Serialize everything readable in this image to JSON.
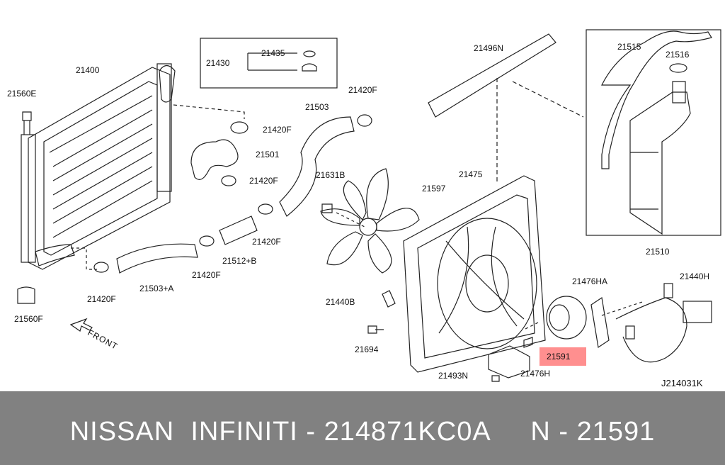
{
  "diagram": {
    "code": "J214031K",
    "front_label": "FRONT",
    "highlight_part": "21591",
    "labels": {
      "p21400": "21400",
      "p21560E": "21560E",
      "p21560F": "21560F",
      "p21430": "21430",
      "p21435": "21435",
      "p21420F_a": "21420F",
      "p21420F_b": "21420F",
      "p21420F_c": "21420F",
      "p21420F_d": "21420F",
      "p21420F_e": "21420F",
      "p21420F_f": "21420F",
      "p21501": "21501",
      "p21503": "21503",
      "p21503A": "21503+A",
      "p21512B": "21512+B",
      "p21496N": "21496N",
      "p21515": "21515",
      "p21516": "21516",
      "p21510": "21510",
      "p21475": "21475",
      "p21597": "21597",
      "p21631B": "21631B",
      "p21440B": "21440B",
      "p21694": "21694",
      "p21493N": "21493N",
      "p21476H": "21476H",
      "p21476HA": "21476HA",
      "p21440H": "21440H"
    }
  },
  "footer": {
    "text": "NISSAN  INFINITI - 214871KC0A     N - 21591"
  }
}
